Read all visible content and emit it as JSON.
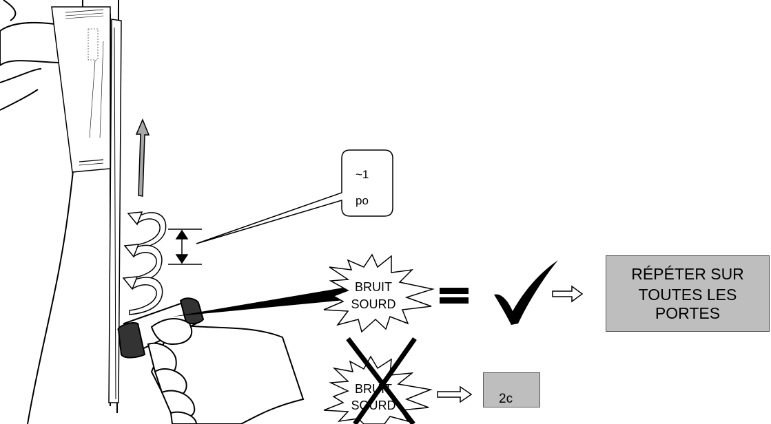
{
  "callout": {
    "line1": "~1",
    "line2": "po"
  },
  "burst_good": {
    "line1": "BRUIT",
    "line2": "SOURD"
  },
  "burst_bad": {
    "line1": "BRUIT",
    "line2": "SOURD"
  },
  "repeat_box": {
    "line1": "RÉPÉTER SUR",
    "line2": "TOUTES LES",
    "line3": "PORTES"
  },
  "next_step_box": {
    "label": "2c"
  },
  "colors": {
    "box_fill": "#bebebe",
    "arrow_fill": "#a8a8a8",
    "ink": "#000000"
  }
}
